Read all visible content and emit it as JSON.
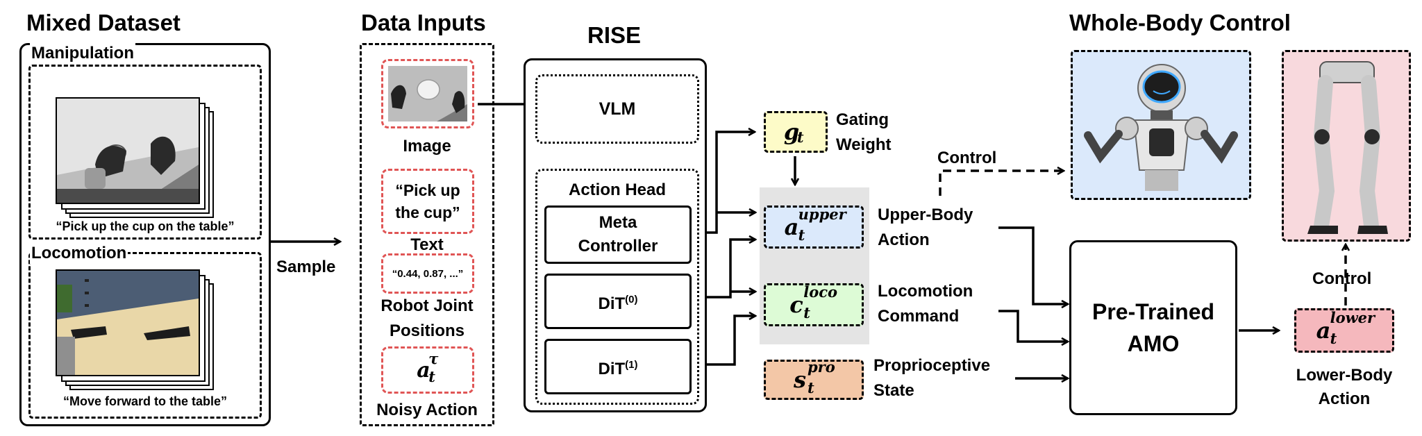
{
  "titles": {
    "mixed_dataset": "Mixed Dataset",
    "data_inputs": "Data Inputs",
    "rise": "RISE",
    "whole_body_control": "Whole-Body Control"
  },
  "dataset": {
    "manipulation_label": "Manipulation",
    "manipulation_caption": "“Pick up the cup on the table”",
    "locomotion_label": "Locomotion",
    "locomotion_caption": "“Move forward to the table”"
  },
  "sample_label": "Sample",
  "inputs": {
    "image_label": "Image",
    "text_value": "“Pick up the cup”",
    "text_label": "Text",
    "joint_value": "“0.44, 0.87, ...”",
    "joint_label": "Robot Joint Positions",
    "noisy_math": {
      "base": "a",
      "sub": "t",
      "sup": "τ"
    },
    "noisy_label": "Noisy Action"
  },
  "rise": {
    "vlm": "VLM",
    "action_head": "Action Head",
    "meta_controller": "Meta Controller",
    "dit0_base": "DiT",
    "dit0_sup": "(0)",
    "dit1_base": "DiT",
    "dit1_sup": "(1)"
  },
  "signals": {
    "gating": {
      "base": "g",
      "sub": "t",
      "label": "Gating Weight",
      "color": "#fdfbc8"
    },
    "upper": {
      "base": "a",
      "sub": "t",
      "sup": "upper",
      "label": "Upper-Body Action",
      "color": "#dbe9fb"
    },
    "loco": {
      "base": "c",
      "sub": "t",
      "sup": "loco",
      "label": "Locomotion Command",
      "color": "#ddfbd6"
    },
    "pro": {
      "base": "s",
      "sub": "t",
      "sup": "pro",
      "label": "Proprioceptive State",
      "color": "#f3c7a7"
    }
  },
  "amo_label": "Pre-Trained AMO",
  "control_upper": "Control",
  "control_lower": "Control",
  "lower": {
    "base": "a",
    "sub": "t",
    "sup": "lower",
    "label": "Lower-Body Action",
    "color": "#f5b8bd"
  }
}
